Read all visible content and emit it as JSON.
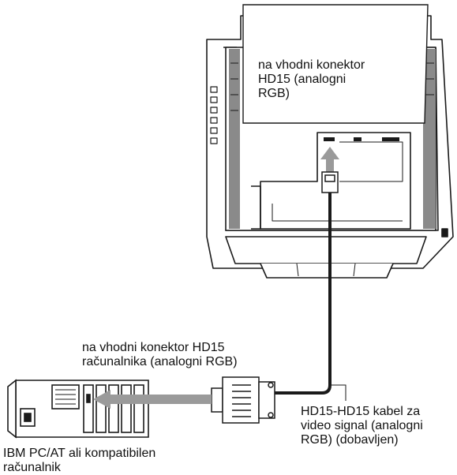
{
  "labels": {
    "monitor_input": "na vhodni konektor\nHD15 (analogni\nRGB)",
    "computer_output": "na vhodni konektor HD15\nračunalnika (analogni RGB)",
    "cable": "HD15-HD15 kabel za\nvideo signal (analogni\nRGB) (dobavljen)",
    "computer": "IBM PC/AT ali kompatibilen\nračunalnik"
  },
  "colors": {
    "line": "#1a1a1a",
    "screen_gray": "#8a8a8a",
    "arrow_gray": "#9a9a9a"
  }
}
